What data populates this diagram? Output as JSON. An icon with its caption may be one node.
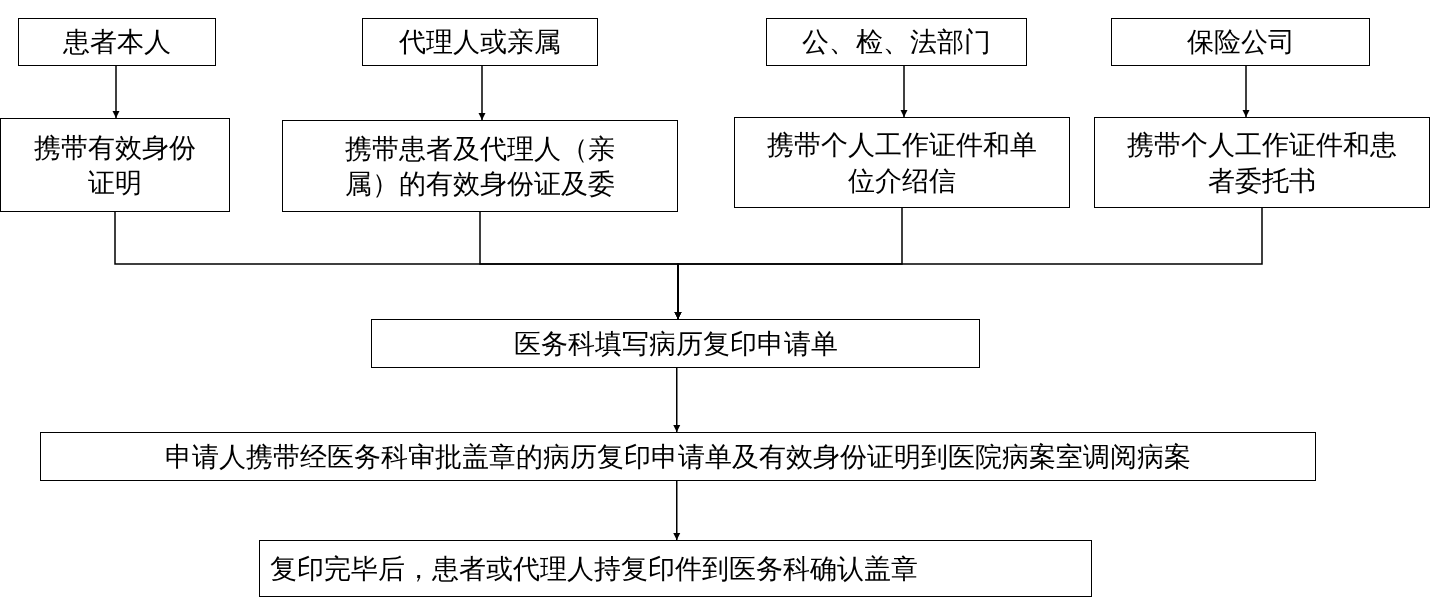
{
  "diagram": {
    "nodes": [
      {
        "text": [
          "患者本人"
        ]
      },
      {
        "text": [
          "代理人或亲属"
        ]
      },
      {
        "text": [
          "公、检、法部门"
        ]
      },
      {
        "text": [
          "保险公司"
        ]
      },
      {
        "text": [
          "携带有效身份证明"
        ]
      },
      {
        "text": [
          "携带患者及代理人（亲属）的有效身份证及委"
        ]
      },
      {
        "text": [
          "携带个人工作证件和单位介绍信"
        ]
      },
      {
        "text": [
          "携带个人工作证件和患者委托书"
        ]
      },
      {
        "text": [
          "医务科填写病历复印申请单"
        ]
      },
      {
        "text": [
          "申请人携带经医务科审批盖章的病历复印申请单及有效身份证明到医院病案室调阅病案"
        ]
      },
      {
        "text": [
          "复印完毕后，患者或代理人持复印件到医务科确认盖章"
        ]
      }
    ],
    "edges": [
      {
        "from": 0,
        "to": 4,
        "arrow": "to"
      },
      {
        "from": 1,
        "to": 5,
        "arrow": "to"
      },
      {
        "from": 2,
        "to": 6,
        "arrow": "to"
      },
      {
        "from": 3,
        "to": 7,
        "arrow": "to"
      },
      {
        "from": 4,
        "to": 8,
        "arrow": "to"
      },
      {
        "from": 5,
        "to": 8,
        "arrow": "to"
      },
      {
        "from": 6,
        "to": 8,
        "arrow": "to"
      },
      {
        "from": 7,
        "to": 8,
        "arrow": "to"
      },
      {
        "from": 8,
        "to": 9,
        "arrow": "to"
      },
      {
        "from": 9,
        "to": 10,
        "arrow": "to"
      }
    ]
  }
}
